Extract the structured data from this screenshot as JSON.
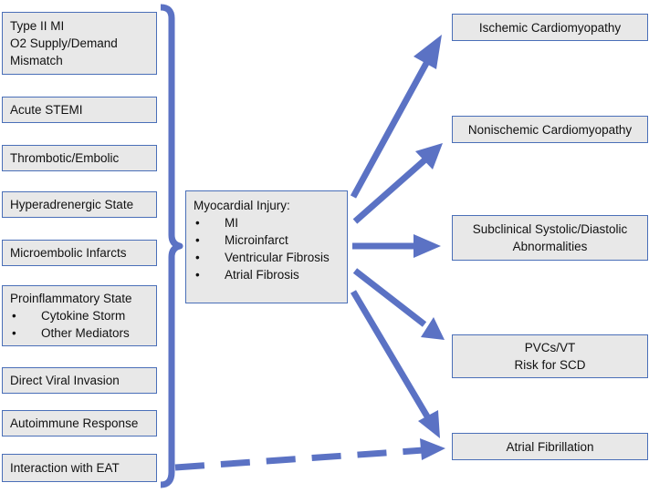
{
  "causes": [
    {
      "lines": [
        "Type II MI",
        "O2 Supply/Demand",
        "Mismatch"
      ]
    },
    {
      "lines": [
        "Acute STEMI"
      ]
    },
    {
      "lines": [
        "Thrombotic/Embolic"
      ]
    },
    {
      "lines": [
        "Hyperadrenergic State"
      ]
    },
    {
      "lines": [
        "Microembolic Infarcts"
      ]
    },
    {
      "lines": [
        "Proinflammatory State"
      ],
      "bullets": [
        "Cytokine Storm",
        "Other Mediators"
      ]
    },
    {
      "lines": [
        "Direct Viral Invasion"
      ]
    },
    {
      "lines": [
        "Autoimmune Response"
      ]
    },
    {
      "lines": [
        "Interaction with EAT"
      ]
    }
  ],
  "center": {
    "title": "Myocardial Injury:",
    "bullets": [
      "MI",
      "Microinfarct",
      "Ventricular Fibrosis",
      "Atrial Fibrosis"
    ]
  },
  "outcomes": [
    {
      "lines": [
        "Ischemic Cardiomyopathy"
      ]
    },
    {
      "lines": [
        "Nonischemic Cardiomyopathy"
      ]
    },
    {
      "lines": [
        "Subclinical Systolic/Diastolic",
        "Abnormalities"
      ]
    },
    {
      "lines": [
        "PVCs/VT",
        "Risk for SCD"
      ]
    },
    {
      "lines": [
        "Atrial Fibrillation"
      ]
    }
  ],
  "bullet_char": "•",
  "colors": {
    "arrow": "#5b72c4",
    "box_fill": "#e8e8e8",
    "box_border": "#4a6fb8"
  }
}
